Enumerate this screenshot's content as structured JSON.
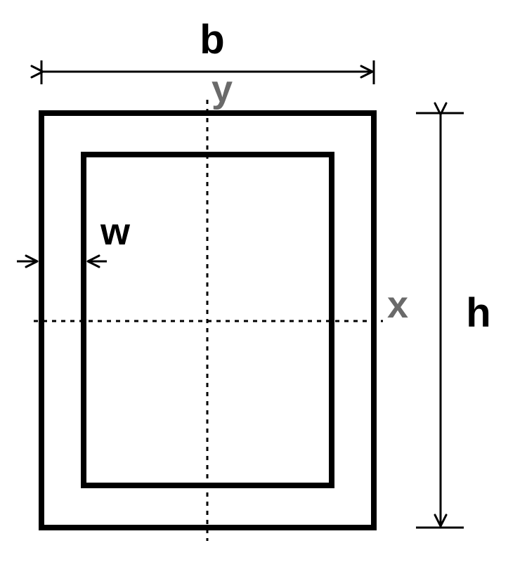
{
  "labels": {
    "width": "b",
    "height": "h",
    "wall_thickness": "w",
    "x_axis": "x",
    "y_axis": "y"
  },
  "colors": {
    "outline": "#000000",
    "axis_label": "#6a6a6a",
    "background": "#ffffff"
  }
}
